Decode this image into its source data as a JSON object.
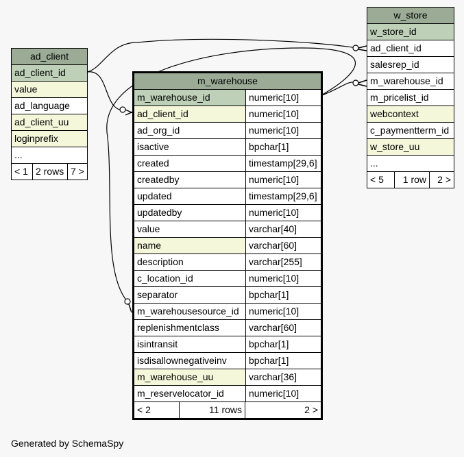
{
  "tables": {
    "ad_client": {
      "title": "ad_client",
      "rows": [
        {
          "name": "ad_client_id",
          "kind": "pk"
        },
        {
          "name": "value",
          "kind": "idx"
        },
        {
          "name": "ad_language",
          "kind": ""
        },
        {
          "name": "ad_client_uu",
          "kind": "idx"
        },
        {
          "name": "loginprefix",
          "kind": "idx"
        },
        {
          "name": "...",
          "kind": ""
        }
      ],
      "footer": [
        "< 1",
        "2 rows",
        "7 >"
      ]
    },
    "m_warehouse": {
      "title": "m_warehouse",
      "rows": [
        {
          "name": "m_warehouse_id",
          "type": "numeric[10]",
          "kind": "pk"
        },
        {
          "name": "ad_client_id",
          "type": "numeric[10]",
          "kind": "idx"
        },
        {
          "name": "ad_org_id",
          "type": "numeric[10]",
          "kind": ""
        },
        {
          "name": "isactive",
          "type": "bpchar[1]",
          "kind": ""
        },
        {
          "name": "created",
          "type": "timestamp[29,6]",
          "kind": ""
        },
        {
          "name": "createdby",
          "type": "numeric[10]",
          "kind": ""
        },
        {
          "name": "updated",
          "type": "timestamp[29,6]",
          "kind": ""
        },
        {
          "name": "updatedby",
          "type": "numeric[10]",
          "kind": ""
        },
        {
          "name": "value",
          "type": "varchar[40]",
          "kind": ""
        },
        {
          "name": "name",
          "type": "varchar[60]",
          "kind": "idx"
        },
        {
          "name": "description",
          "type": "varchar[255]",
          "kind": ""
        },
        {
          "name": "c_location_id",
          "type": "numeric[10]",
          "kind": ""
        },
        {
          "name": "separator",
          "type": "bpchar[1]",
          "kind": ""
        },
        {
          "name": "m_warehousesource_id",
          "type": "numeric[10]",
          "kind": ""
        },
        {
          "name": "replenishmentclass",
          "type": "varchar[60]",
          "kind": ""
        },
        {
          "name": "isintransit",
          "type": "bpchar[1]",
          "kind": ""
        },
        {
          "name": "isdisallownegativeinv",
          "type": "bpchar[1]",
          "kind": ""
        },
        {
          "name": "m_warehouse_uu",
          "type": "varchar[36]",
          "kind": "idx"
        },
        {
          "name": "m_reservelocator_id",
          "type": "numeric[10]",
          "kind": ""
        }
      ],
      "footer": [
        "< 2",
        "11 rows",
        "2 >"
      ]
    },
    "w_store": {
      "title": "w_store",
      "rows": [
        {
          "name": "w_store_id",
          "kind": "pk"
        },
        {
          "name": "ad_client_id",
          "kind": ""
        },
        {
          "name": "salesrep_id",
          "kind": ""
        },
        {
          "name": "m_warehouse_id",
          "kind": ""
        },
        {
          "name": "m_pricelist_id",
          "kind": ""
        },
        {
          "name": "webcontext",
          "kind": "idx"
        },
        {
          "name": "c_paymentterm_id",
          "kind": ""
        },
        {
          "name": "w_store_uu",
          "kind": "idx"
        },
        {
          "name": "...",
          "kind": ""
        }
      ],
      "footer": [
        "< 5",
        "1 row",
        "2 >"
      ]
    }
  },
  "caption": "Generated by SchemaSpy"
}
